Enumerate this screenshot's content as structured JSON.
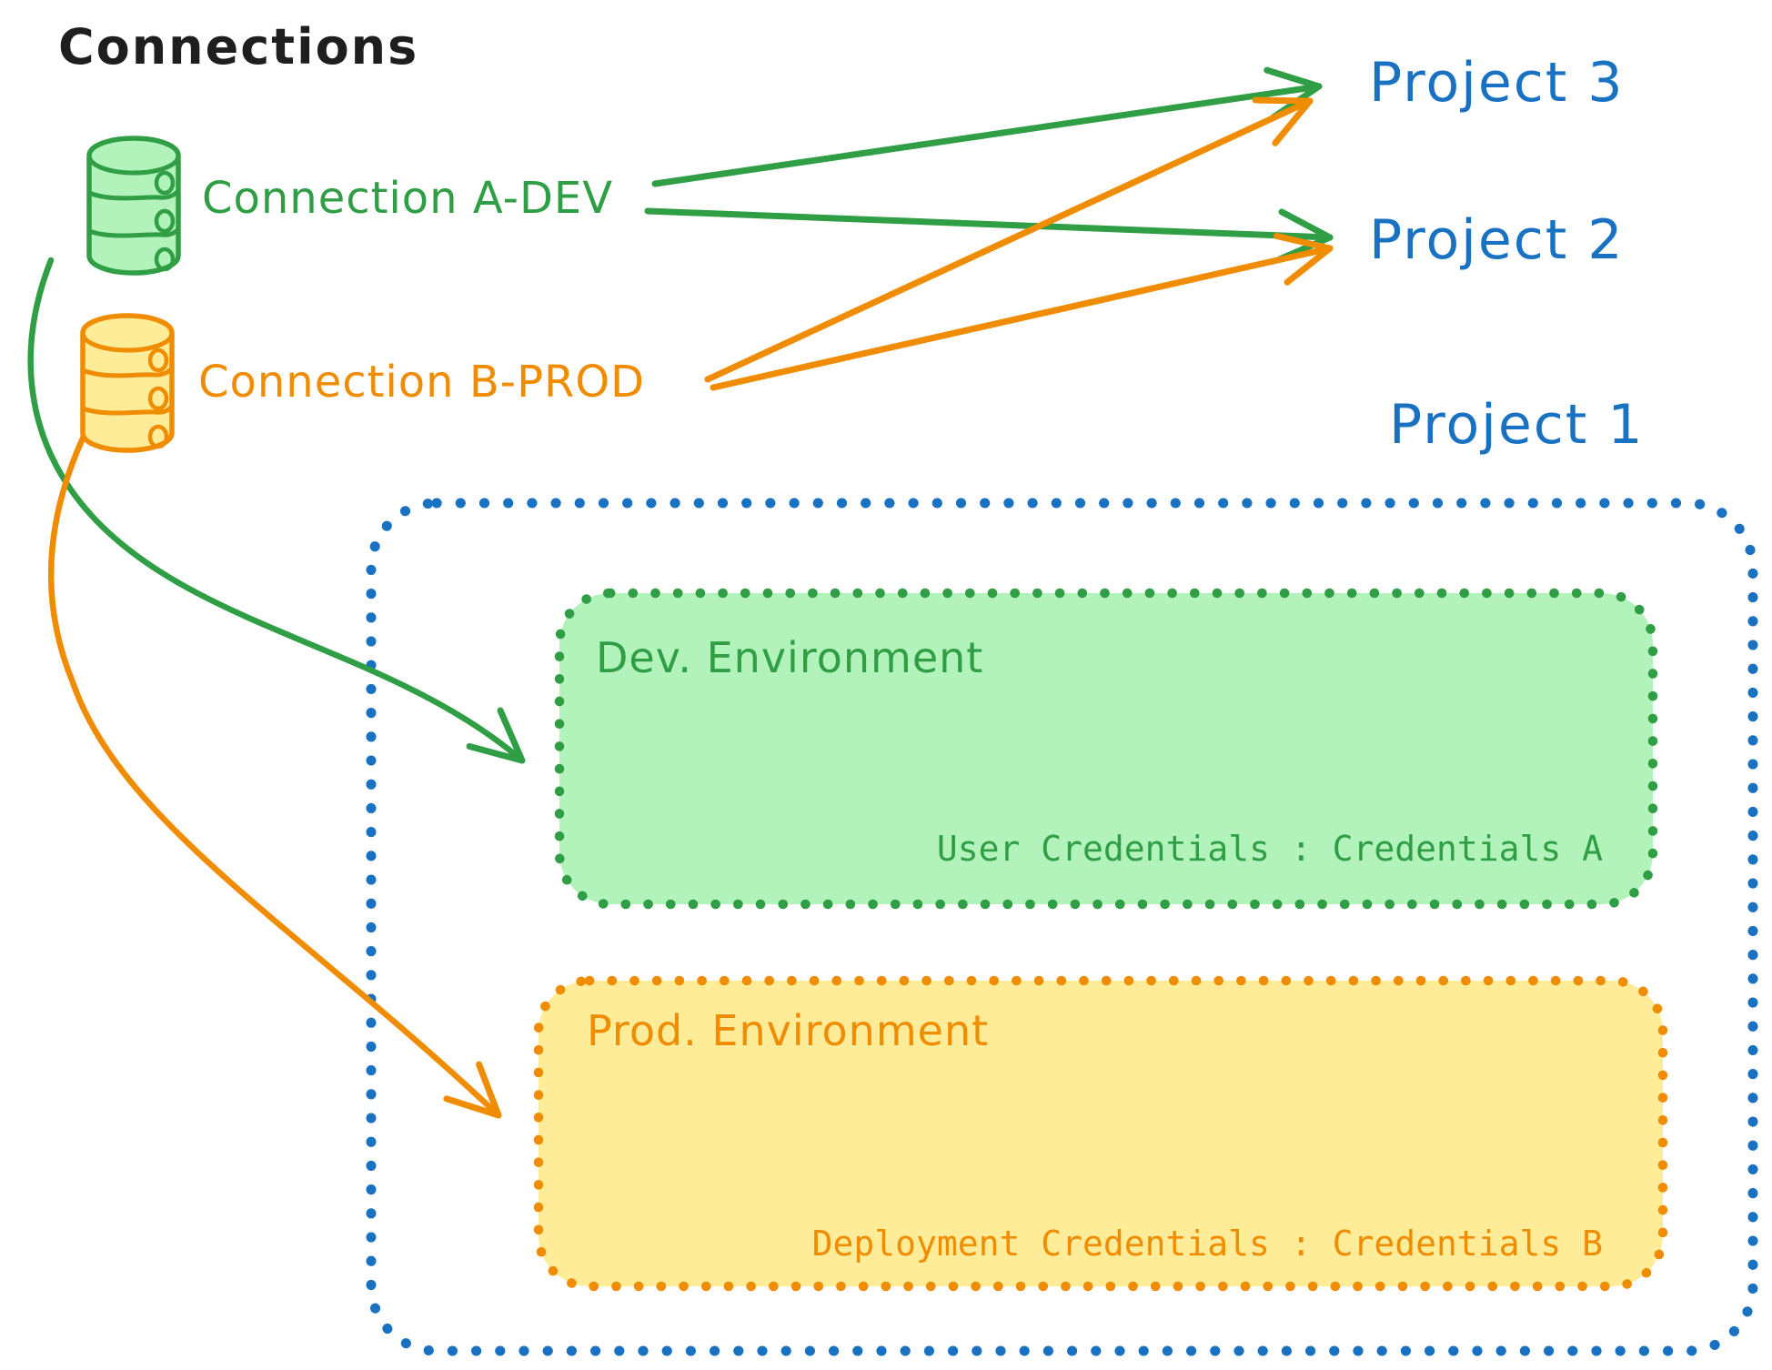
{
  "title": "Connections",
  "colors": {
    "ink": "#1e1e1e",
    "green_stroke": "#2f9e44",
    "green_fill": "#b2f2bb",
    "orange_stroke": "#f08c00",
    "orange_fill": "#ffec99",
    "blue_stroke": "#1971c2",
    "bg": "#ffffff"
  },
  "connections": [
    {
      "id": "a-dev",
      "label": "Connection A-DEV",
      "color": "#2f9e44",
      "icon": "database-icon"
    },
    {
      "id": "b-prod",
      "label": "Connection B-PROD",
      "color": "#f08c00",
      "icon": "database-icon"
    }
  ],
  "projects": [
    {
      "id": "project3",
      "label": "Project 3"
    },
    {
      "id": "project2",
      "label": "Project 2"
    },
    {
      "id": "project1",
      "label": "Project 1"
    }
  ],
  "project1_detail": {
    "dev_environment": {
      "title": "Dev. Environment",
      "credentials_line": "User Credentials : Credentials A"
    },
    "prod_environment": {
      "title": "Prod. Environment",
      "credentials_line": "Deployment Credentials : Credentials B"
    }
  },
  "arrows": [
    {
      "from": "Connection A-DEV",
      "to": "Project 3",
      "color": "#2f9e44",
      "style": "straight"
    },
    {
      "from": "Connection A-DEV",
      "to": "Project 2",
      "color": "#2f9e44",
      "style": "straight"
    },
    {
      "from": "Connection B-PROD",
      "to": "Project 3",
      "color": "#f08c00",
      "style": "straight"
    },
    {
      "from": "Connection B-PROD",
      "to": "Project 2",
      "color": "#f08c00",
      "style": "straight"
    },
    {
      "from": "Connection A-DEV",
      "to": "Dev. Environment",
      "color": "#2f9e44",
      "style": "curved"
    },
    {
      "from": "Connection B-PROD",
      "to": "Prod. Environment",
      "color": "#f08c00",
      "style": "curved"
    }
  ]
}
